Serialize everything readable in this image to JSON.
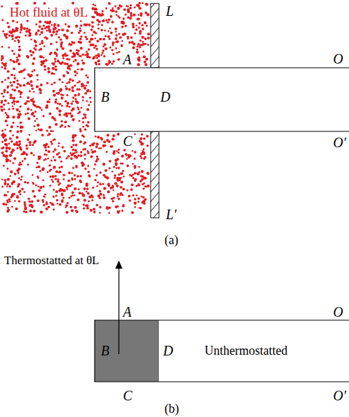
{
  "diagram": {
    "labels": [
      "Hot fluid at θL",
      "L",
      "A",
      "O",
      "B",
      "D",
      "C",
      "O′",
      "L′",
      "(a)",
      "Thermostatted at θL",
      "A",
      "O",
      "B",
      "D",
      "Unthermostatted",
      "C",
      "O′",
      "(b)"
    ]
  }
}
